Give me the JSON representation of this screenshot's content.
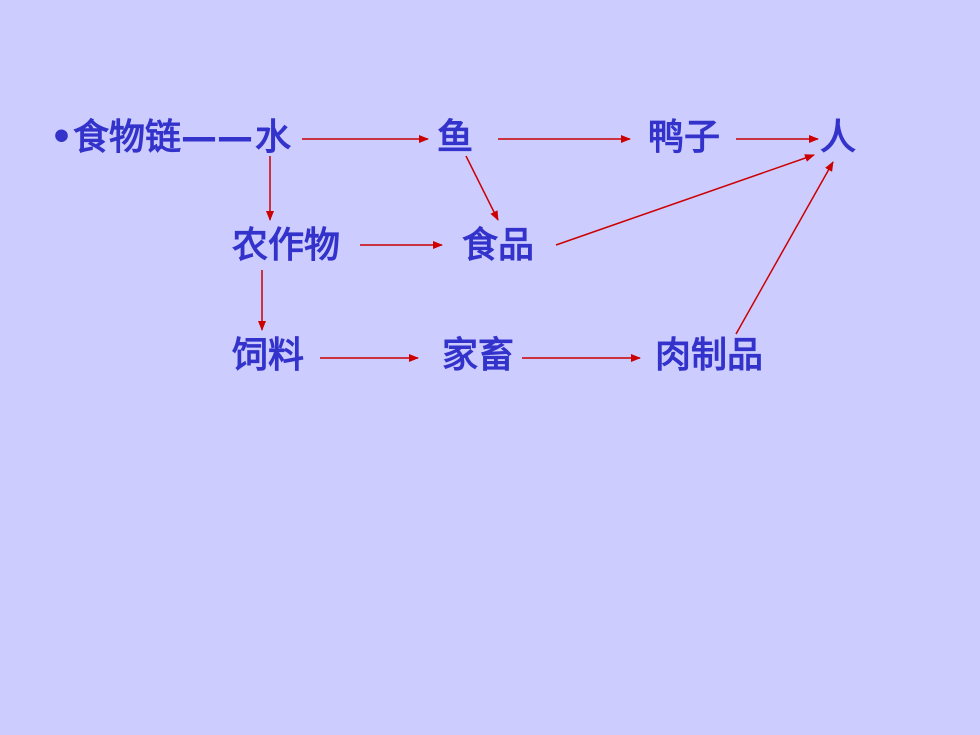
{
  "colors": {
    "background": "#ccccff",
    "text": "#3333cc",
    "arrow": "#cc0000"
  },
  "diagram": {
    "title": "•食物链——",
    "nodes": {
      "water": "水",
      "fish": "鱼",
      "duck": "鸭子",
      "human": "人",
      "crops": "农作物",
      "food": "食品",
      "feed": "饲料",
      "livestock": "家畜",
      "meat": "肉制品"
    }
  }
}
